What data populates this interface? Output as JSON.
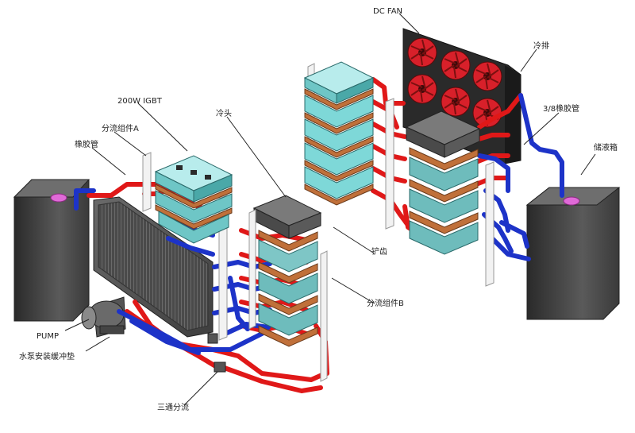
{
  "labels": {
    "dc_fan": "DC FAN",
    "cold_row": "冷排",
    "igbt": "200W IGBT",
    "cold_head": "冷头",
    "splitter_a": "分流组件A",
    "rubber_hose": "橡胶管",
    "hose_3_8": "3/8橡胶管",
    "reservoir": "储液箱",
    "clamp": "铲齿",
    "splitter_b": "分流组件B",
    "pump": "PUMP",
    "pump_mount": "水泵安装缓冲垫",
    "tee": "三通分流"
  },
  "colors": {
    "red_pipe": "#e01818",
    "blue_pipe": "#1d33c8",
    "igbt_cyan": "#7ed8d8",
    "copper": "#c0703a",
    "dark_body": "#3a3a3a",
    "reservoir_cap": "#e06ad8",
    "fan_red": "#d8202a"
  }
}
